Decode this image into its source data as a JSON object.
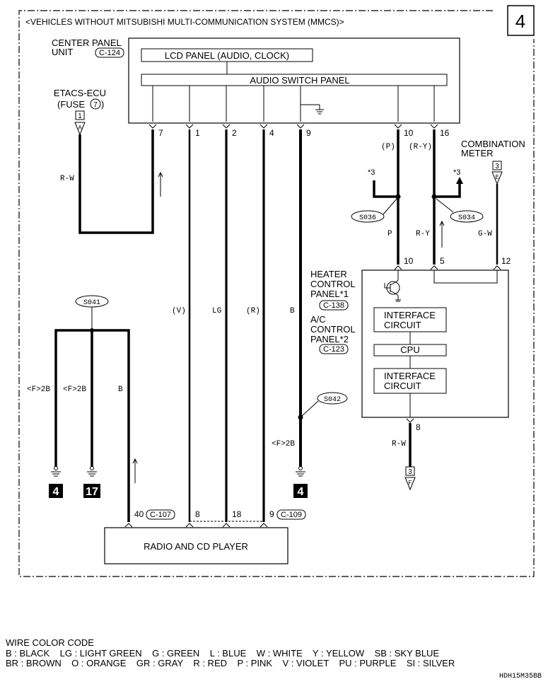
{
  "header": {
    "title": "<VEHICLES WITHOUT MITSUBISHI MULTI-COMMUNICATION SYSTEM (MMCS)>",
    "page_number": "4"
  },
  "center_panel": {
    "label_line1": "CENTER PANEL",
    "label_line2": "UNIT",
    "connector": "C-124",
    "lcd_panel": "LCD PANEL (AUDIO, CLOCK)",
    "audio_switch_panel": "AUDIO SWITCH PANEL",
    "pins": [
      "7",
      "1",
      "2",
      "4",
      "9",
      "10",
      "16"
    ]
  },
  "etacs": {
    "label_line1": "ETACS-ECU",
    "label_line2": "(FUSE",
    "fuse_number": "7",
    "label_close": ")",
    "ref_box": "1",
    "ref_letter": "A",
    "wire_color": "R-W"
  },
  "combination_meter": {
    "label_line1": "COMBINATION",
    "label_line2": "METER",
    "ref_box": "3",
    "ref_letter": "E",
    "wire_color": "G-W"
  },
  "wires": {
    "v": "(V)",
    "lg": "LG",
    "r": "(R)",
    "b": "B",
    "p_paren": "(P)",
    "ry_paren": "(R-Y)",
    "p": "P",
    "ry": "R-Y",
    "f2b_1": "<F>2B",
    "f2b_2": "<F>2B",
    "b_ground": "B",
    "f2b_3": "<F>2B",
    "rw_bottom": "R-W"
  },
  "star_refs": {
    "left": "*3",
    "right": "*3"
  },
  "splices": {
    "s036": "S036",
    "s034": "S034",
    "s041": "S041",
    "s042": "S042"
  },
  "heater_panel": {
    "pins": [
      "10",
      "5",
      "12",
      "8"
    ],
    "label_heater_1": "HEATER",
    "label_heater_2": "CONTROL",
    "label_heater_3": "PANEL*1",
    "connector_heater": "C-138",
    "label_ac_1": "A/C",
    "label_ac_2": "CONTROL",
    "label_ac_3": "PANEL*2",
    "connector_ac": "C-123",
    "interface_1_line1": "INTERFACE",
    "interface_1_line2": "CIRCUIT",
    "cpu": "CPU",
    "interface_2_line1": "INTERFACE",
    "interface_2_line2": "CIRCUIT"
  },
  "grounds": {
    "g1": "4",
    "g2": "17",
    "g3": "4"
  },
  "bottom_ref": {
    "box": "3",
    "letter": "F"
  },
  "radio": {
    "label": "RADIO AND CD PLAYER",
    "pin_40": "40",
    "connector_1": "C-107",
    "pin_8": "8",
    "pin_18": "18",
    "pin_9": "9",
    "connector_2": "C-109"
  },
  "legend": {
    "title": "WIRE COLOR CODE",
    "line1": "B : BLACK    LG : LIGHT GREEN    G : GREEN    L : BLUE    W : WHITE    Y : YELLOW    SB : SKY BLUE",
    "line2": "BR : BROWN    O : ORANGE    GR : GRAY    R : RED    P : PINK    V : VIOLET    PU : PURPLE    SI : SILVER"
  },
  "doc_code": "HDH15M35BB"
}
